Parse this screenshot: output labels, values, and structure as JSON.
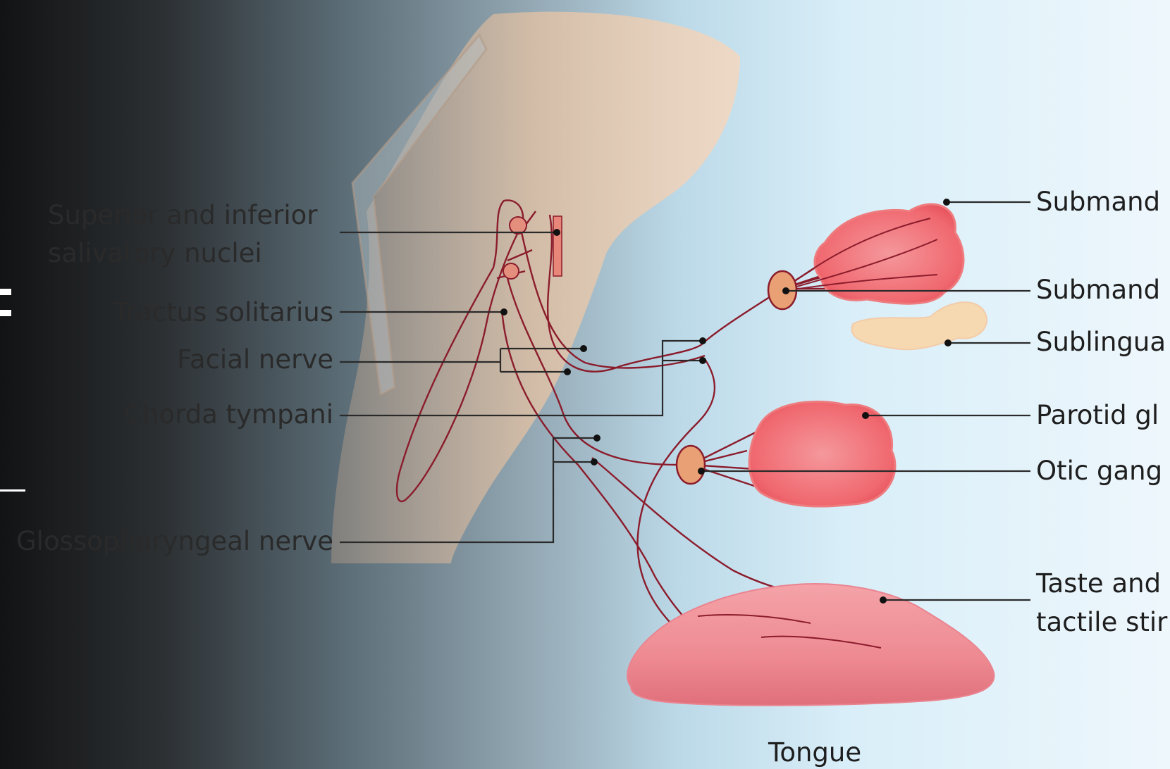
{
  "labels": {
    "left": {
      "salivatory_nuclei_line1": "Superior and inferior",
      "salivatory_nuclei_line2": "salivatory nuclei",
      "tractus_solitarius": "Tractus solitarius",
      "facial_nerve": "Facial nerve",
      "chorda_tympani": "Chorda tympani",
      "glossopharyngeal_nerve": "Glossopharyngeal nerve"
    },
    "right": {
      "submandibular_gland": "Submand",
      "submandibular_ganglion": "Submand",
      "sublingual_gland": "Sublingua",
      "parotid_gland": "Parotid gl",
      "otic_ganglion": "Otic gang",
      "taste_line1": "Taste and",
      "taste_line2": "tactile stir"
    },
    "bottom": {
      "tongue": "Tongue"
    }
  },
  "colors": {
    "nerve": "#8b1c2c",
    "gland": "#f0686f",
    "gland_light": "#f7a6a6",
    "sublingual": "#f6d9b0",
    "ganglion": "#e8a074",
    "tongue": "#ee8a92",
    "skin": "#e7c3a3",
    "leader": "#2a2a2a"
  }
}
